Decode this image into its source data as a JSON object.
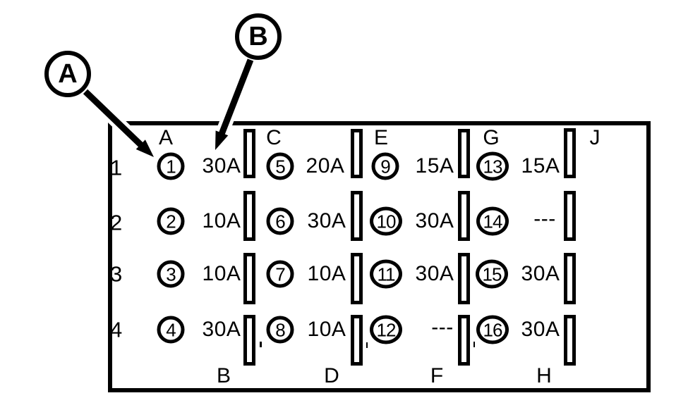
{
  "figure": {
    "type": "fuse-box-diagram",
    "colors": {
      "ink": "#000000",
      "paper": "#ffffff"
    },
    "callouts": {
      "a": "A",
      "b": "B"
    },
    "box": {
      "row_labels": [
        "1",
        "2",
        "3",
        "4"
      ],
      "top_letters": [
        "A",
        "C",
        "E",
        "G",
        "J"
      ],
      "bottom_letters": [
        "B",
        "D",
        "F",
        "H"
      ],
      "rows": [
        {
          "cells": [
            {
              "num": "1",
              "amp": "30A"
            },
            {
              "num": "5",
              "amp": "20A"
            },
            {
              "num": "9",
              "amp": "15A"
            },
            {
              "num": "13",
              "amp": "15A"
            }
          ]
        },
        {
          "cells": [
            {
              "num": "2",
              "amp": "10A"
            },
            {
              "num": "6",
              "amp": "30A"
            },
            {
              "num": "10",
              "amp": "30A"
            },
            {
              "num": "14",
              "amp": "---"
            }
          ]
        },
        {
          "cells": [
            {
              "num": "3",
              "amp": "10A"
            },
            {
              "num": "7",
              "amp": "10A"
            },
            {
              "num": "11",
              "amp": "30A"
            },
            {
              "num": "15",
              "amp": "30A"
            }
          ]
        },
        {
          "cells": [
            {
              "num": "4",
              "amp": "30A"
            },
            {
              "num": "8",
              "amp": "10A"
            },
            {
              "num": "12",
              "amp": "---"
            },
            {
              "num": "16",
              "amp": "30A"
            }
          ]
        }
      ]
    }
  }
}
